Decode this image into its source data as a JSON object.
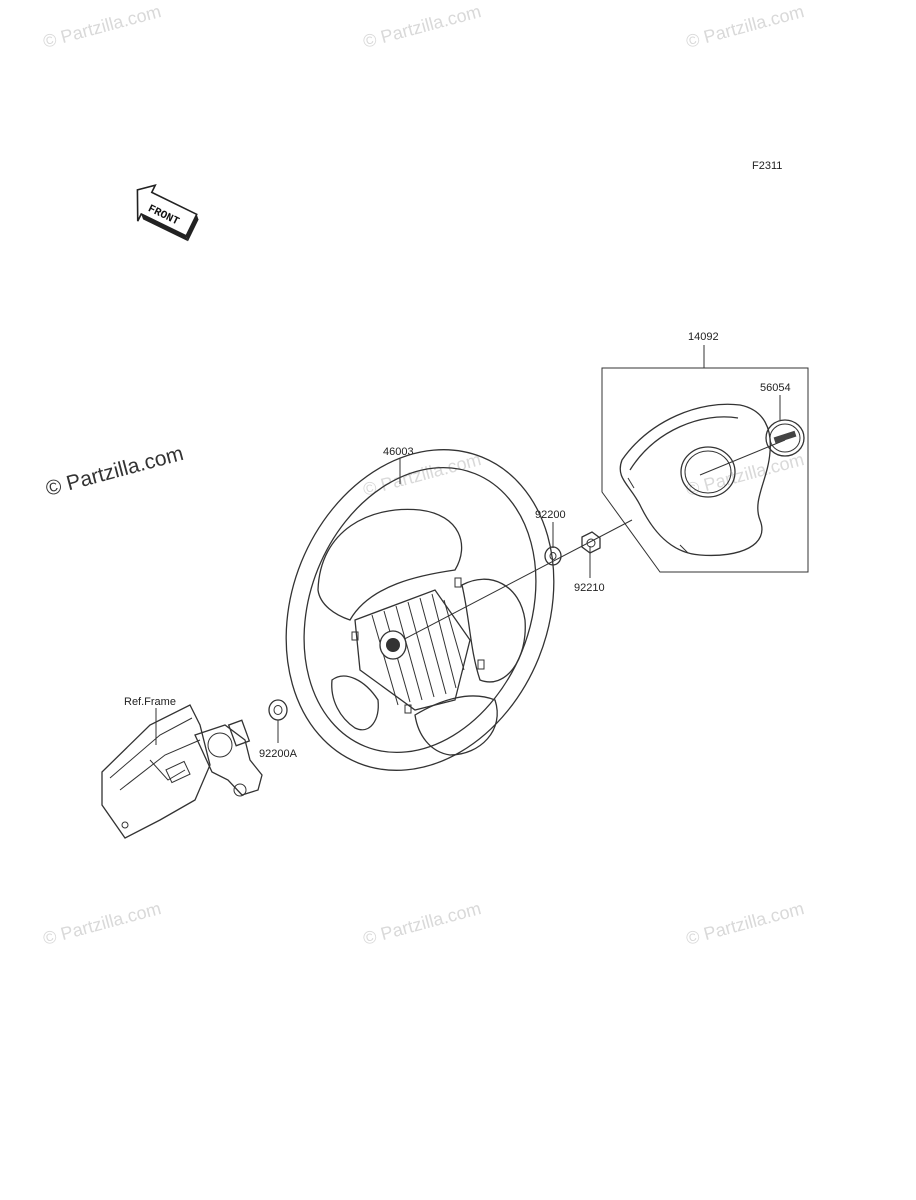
{
  "figure_code": "F2311",
  "front_arrow_label": "FRONT",
  "watermark": "© Partzilla.com",
  "watermark_strong": "© Partzilla.com",
  "parts": {
    "steering_wheel": "46003",
    "pad_assembly": "14092",
    "emblem": "56054",
    "washer": "92200",
    "nut": "92210",
    "washer_a": "92200A",
    "frame_ref": "Ref.Frame"
  }
}
